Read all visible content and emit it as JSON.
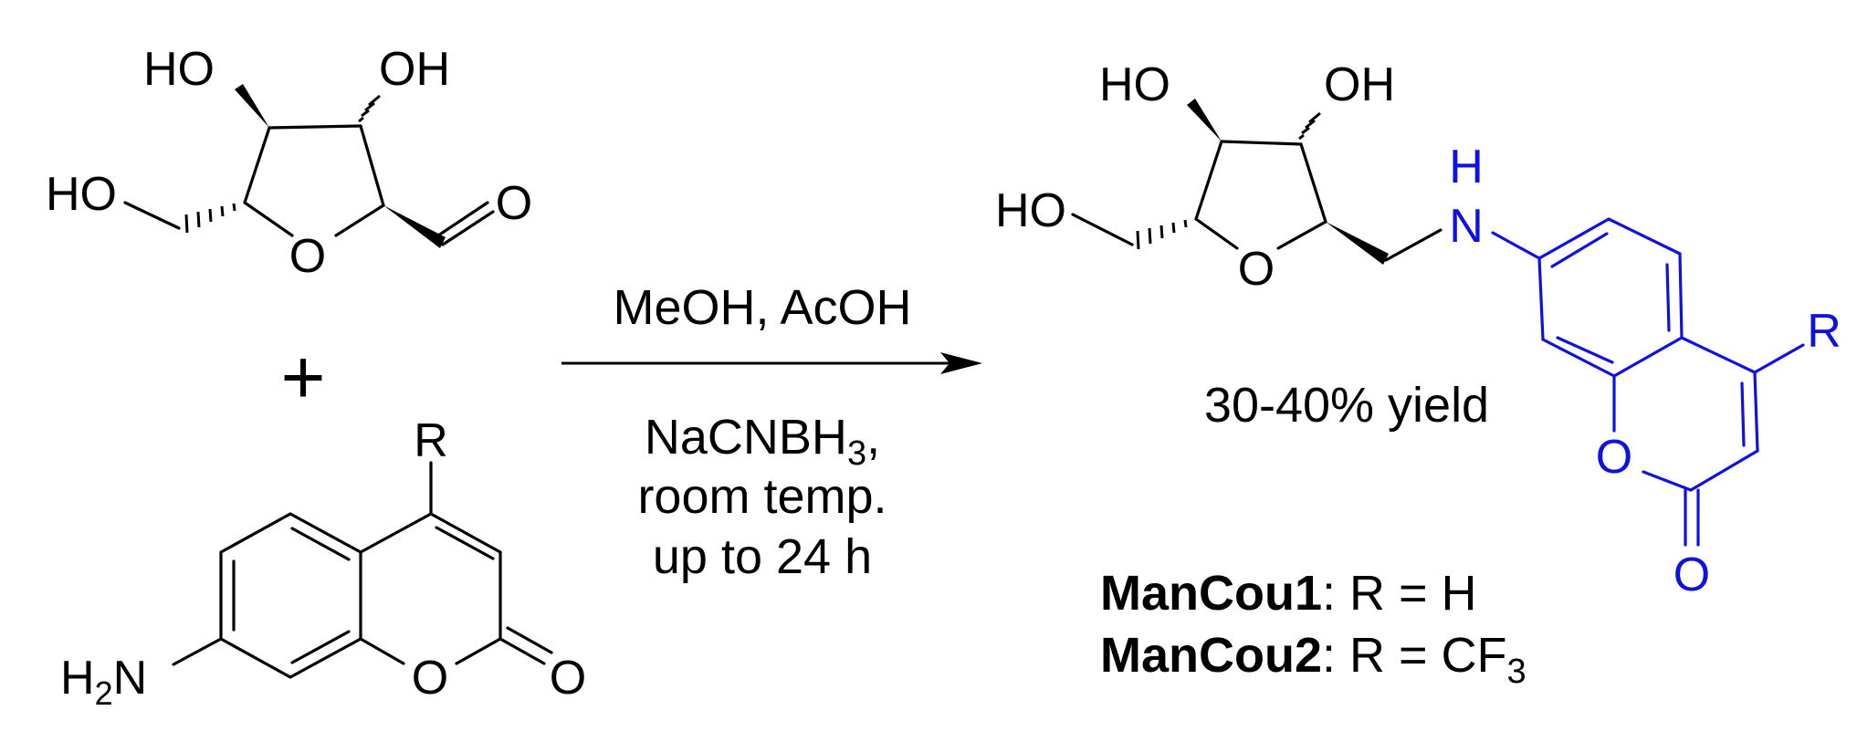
{
  "colors": {
    "black": "#000000",
    "blue": "#1010e0"
  },
  "sugar_reactant": {
    "ho_top_left": "HO",
    "oh_top_right": "OH",
    "ho_ch2": "HO",
    "ring_o": "O",
    "aldehyde_o": "O"
  },
  "plus": "+",
  "coumarin_reactant": {
    "r": "R",
    "amine_h": "H",
    "amine_sub": "2",
    "amine_n": "N",
    "ring_o": "O",
    "carbonyl_o": "O"
  },
  "conditions": {
    "above": "MeOH, AcOH",
    "below_line1_main": "NaCNBH",
    "below_line1_sub": "3",
    "below_line1_end": ",",
    "below_line2": "room temp.",
    "below_line3": "up to 24 h"
  },
  "product": {
    "ho_top_left": "HO",
    "oh_top_right": "OH",
    "ho_ch2": "HO",
    "ring_o": "O",
    "nh_h": "H",
    "nh_n": "N",
    "r": "R",
    "coumarin_ring_o": "O",
    "carbonyl_o": "O",
    "yield": "30-40% yield"
  },
  "labels": {
    "compound1_name": "ManCou1",
    "compound1_rest": ": R = H",
    "compound2_name": "ManCou2",
    "compound2_rest_main": ": R = CF",
    "compound2_rest_sub": "3"
  }
}
